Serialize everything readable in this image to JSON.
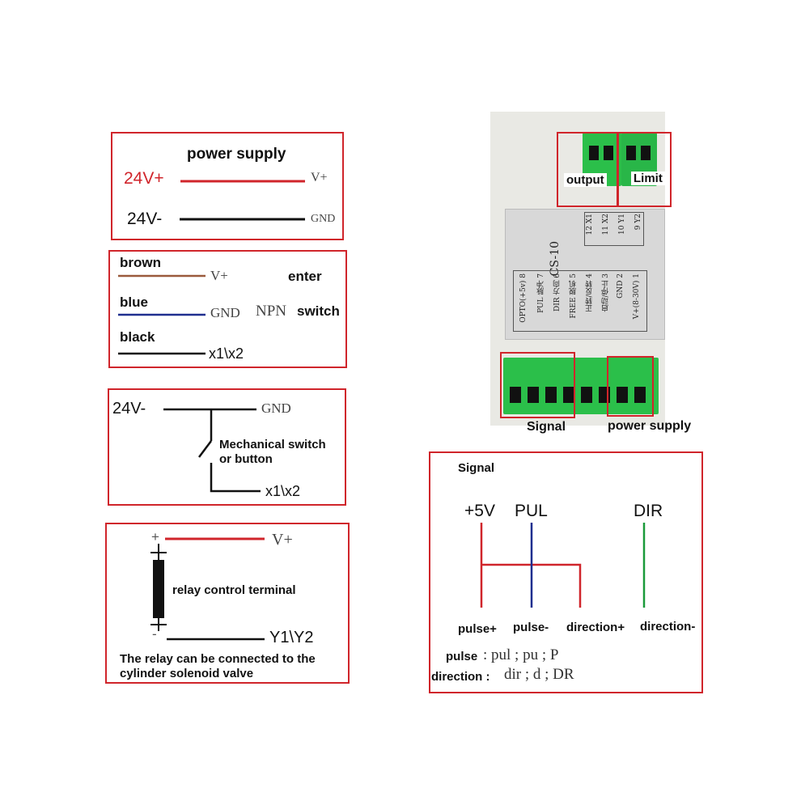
{
  "power_panel": {
    "title": "power supply",
    "pos_label": "24V+",
    "pos_terminal": "V+",
    "neg_label": "24V-",
    "neg_terminal": "GND"
  },
  "npn_panel": {
    "brown": "brown",
    "brown_terminal": "V+",
    "blue": "blue",
    "blue_terminal": "GND",
    "black": "black",
    "black_terminal": "x1\\x2",
    "enter": "enter",
    "npn": "NPN",
    "switch": "switch"
  },
  "mech_panel": {
    "neg_label": "24V-",
    "gnd_terminal": "GND",
    "switch_label_1": "Mechanical switch",
    "switch_label_2": "or button",
    "x_terminal": "x1\\x2"
  },
  "relay_panel": {
    "plus": "+",
    "minus": "-",
    "v_terminal": "V+",
    "relay_label": "relay control terminal",
    "y_terminal": "Y1\\Y2",
    "note_1": "The relay can be connected to the",
    "note_2": "cylinder solenoid valve"
  },
  "device": {
    "output_label": "output",
    "limit_label": "Limit",
    "model": "CS-10",
    "signal_label": "Signal",
    "power_label": "power supply",
    "top_pins": [
      "9 Y2",
      "10 Y1",
      "11 X2",
      "12 X1"
    ],
    "bottom_pins": [
      "V+(8-30V) 1",
      "GND 2",
      "启动/停止 3",
      "正转/反转 4",
      "FREE 脱机 5",
      "DIR 方向 6",
      "PUL 脉冲 7",
      "OPTO(+5v) 8"
    ]
  },
  "signal_panel": {
    "title": "Signal",
    "v5": "+5V",
    "pul": "PUL",
    "dir": "DIR",
    "pulse_plus": "pulse+",
    "pulse_minus": "pulse-",
    "direction_plus": "direction+",
    "direction_minus": "direction-",
    "pulse_label": "pulse",
    "pulse_values": ": pul ; pu ; P",
    "direction_label": "direction :",
    "direction_values": "dir ; d ; DR"
  },
  "colors": {
    "frame": "#d0252b",
    "red_wire": "#d0252b",
    "blue_wire": "#1f2f8f",
    "green_wire": "#1a9a3a",
    "brown_wire": "#9a5a3c",
    "terminal_green": "#2bbf4a"
  }
}
